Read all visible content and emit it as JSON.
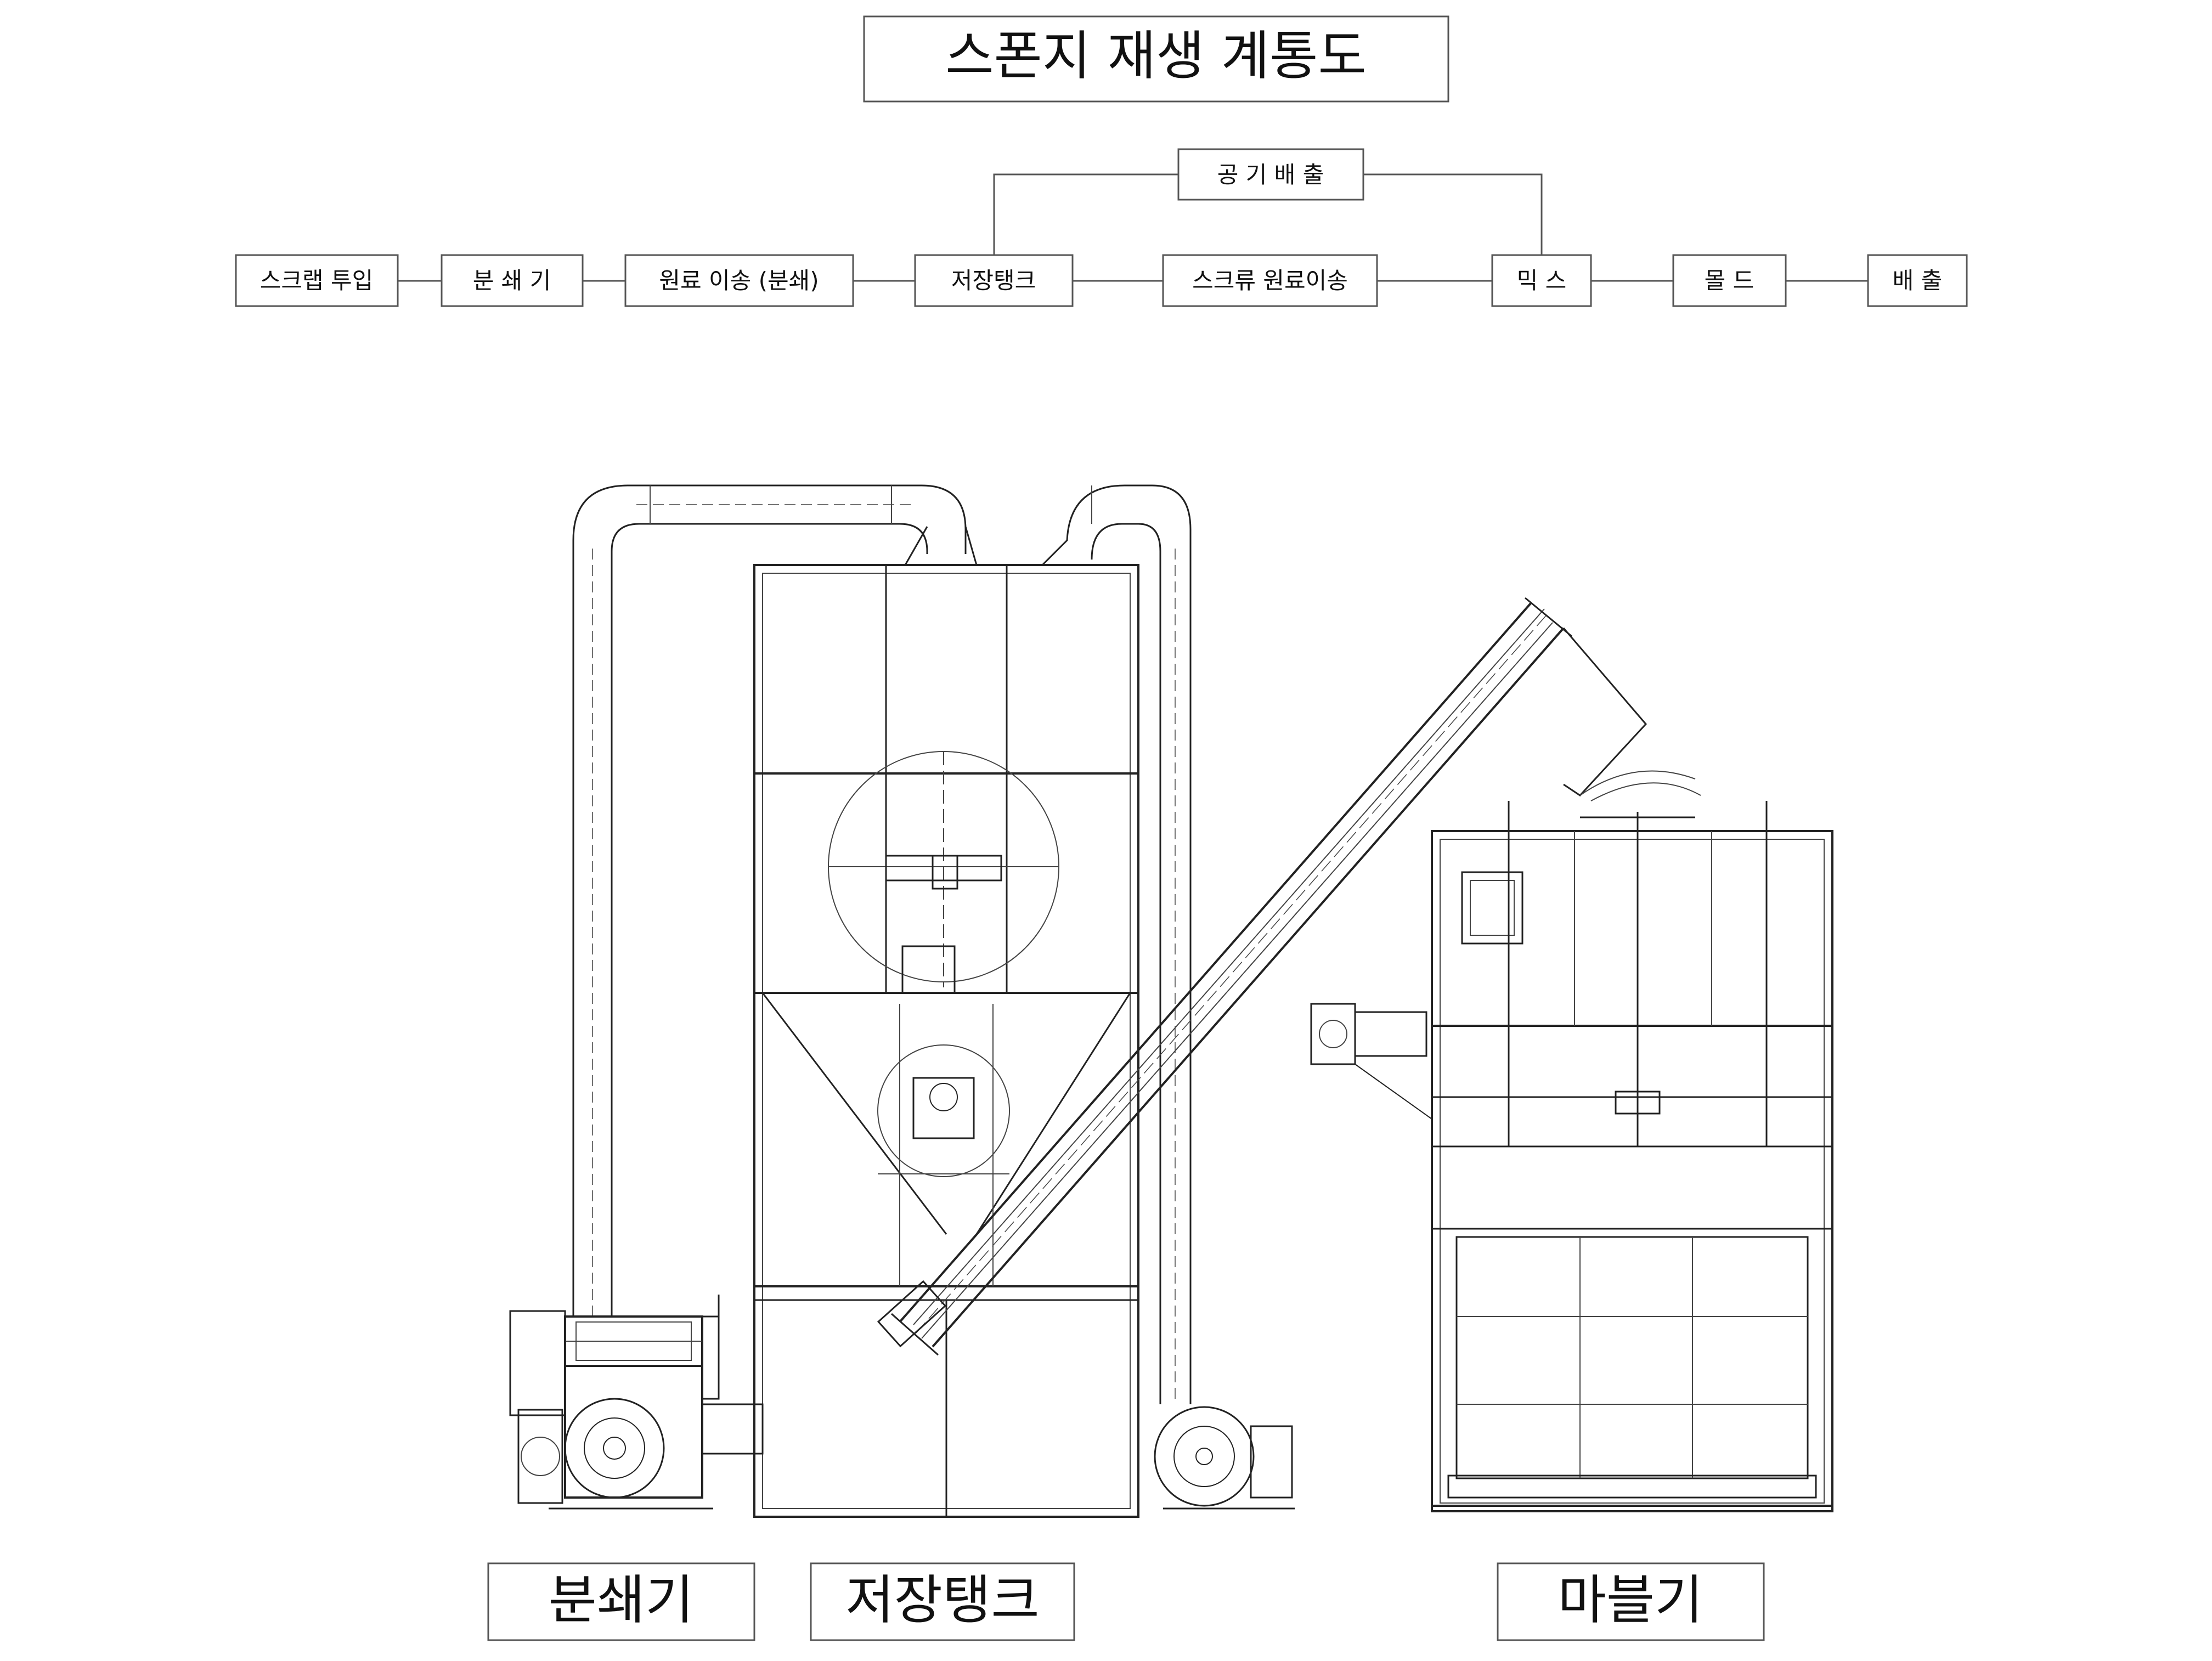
{
  "title": "스폰지 재생 계통도",
  "flow": {
    "air_exhaust": "공 기 배 출",
    "steps": [
      "스크랩 투입",
      "분 쇄 기",
      "원료 이송 (분쇄)",
      "저장탱크",
      "스크류 원료이송",
      "믹 스",
      "몰 드",
      "배  출"
    ]
  },
  "machines": {
    "crusher": "분쇄기",
    "storage_tank": "저장탱크",
    "foaming_machine": "마블기"
  },
  "colors": {
    "line": "#222222",
    "box_border": "#555555",
    "background": "#ffffff"
  }
}
